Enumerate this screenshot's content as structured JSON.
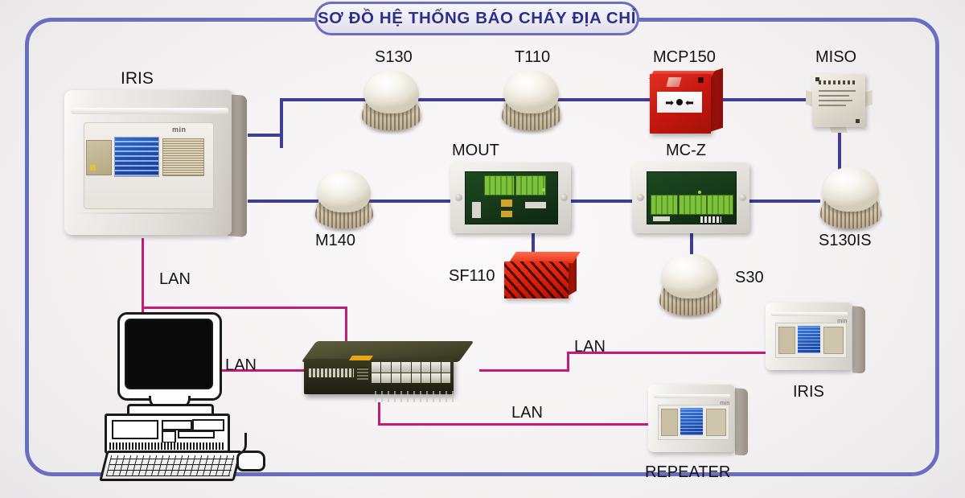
{
  "title": "SƠ ĐỒ HỆ THỐNG BÁO CHÁY ĐỊA CHỈ",
  "colors": {
    "frame": "#6a6ec0",
    "title_text": "#2b2f8a",
    "loop_wire": "#3b3f98",
    "lan_wire": "#c41a78",
    "call_point": "#c9180f",
    "sounder": "#d41c08",
    "pcb": "#16381a",
    "lcd": "#1f54b8"
  },
  "devices": [
    {
      "id": "iris-main",
      "label": "IRIS",
      "type": "fire-alarm-control-panel"
    },
    {
      "id": "s130",
      "label": "S130",
      "type": "smoke-detector"
    },
    {
      "id": "t110",
      "label": "T110",
      "type": "heat-detector"
    },
    {
      "id": "mcp150",
      "label": "MCP150",
      "type": "manual-call-point"
    },
    {
      "id": "miso",
      "label": "MISO",
      "type": "io-module"
    },
    {
      "id": "m140",
      "label": "M140",
      "type": "smoke-detector"
    },
    {
      "id": "mout",
      "label": "MOUT",
      "type": "output-module"
    },
    {
      "id": "mcz",
      "label": "MC-Z",
      "type": "zone-module"
    },
    {
      "id": "s130is",
      "label": "S130IS",
      "type": "smoke-detector"
    },
    {
      "id": "sf110",
      "label": "SF110",
      "type": "sounder"
    },
    {
      "id": "s30",
      "label": "S30",
      "type": "smoke-detector"
    },
    {
      "id": "iris-repeat",
      "label": "IRIS",
      "type": "repeater-panel"
    },
    {
      "id": "repeater",
      "label": "REPEATER",
      "type": "repeater-panel"
    }
  ],
  "network_labels": [
    {
      "id": "lan-1",
      "label": "LAN"
    },
    {
      "id": "lan-2",
      "label": "LAN"
    },
    {
      "id": "lan-3",
      "label": "LAN"
    },
    {
      "id": "lan-4",
      "label": "LAN"
    }
  ],
  "call_point": {
    "arrow_left": "➡",
    "arrow_right": "⬅"
  },
  "panel_brand": "min"
}
